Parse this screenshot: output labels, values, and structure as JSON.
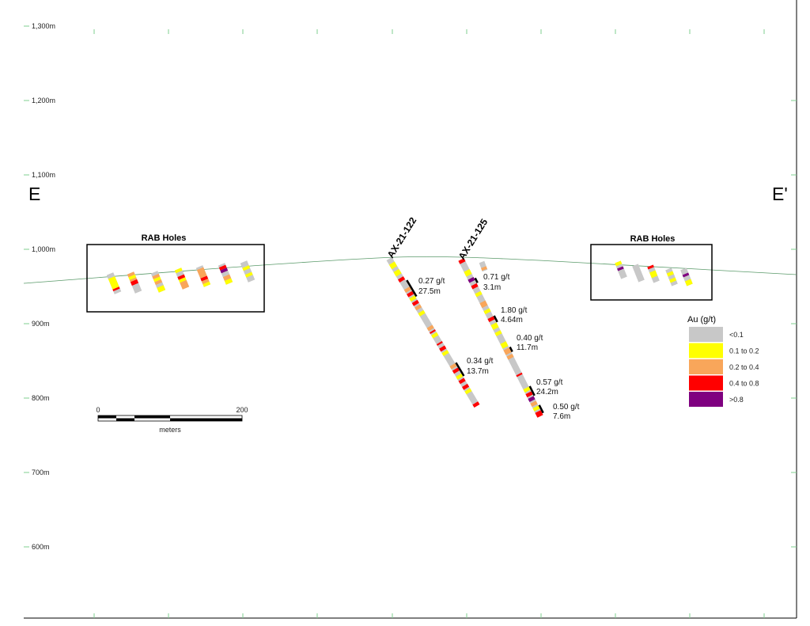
{
  "section": {
    "left_label": "E",
    "right_label": "E'"
  },
  "y_axis": {
    "ticks": [
      "1,300m",
      "1,200m",
      "1,100m",
      "1,000m",
      "900m",
      "800m",
      "700m",
      "600m"
    ],
    "values": [
      1300,
      1200,
      1100,
      1000,
      900,
      800,
      700,
      600
    ]
  },
  "rab_groups": [
    {
      "title": "RAB Holes"
    },
    {
      "title": "RAB Holes"
    }
  ],
  "drill_holes": [
    {
      "name": "AX-21-122",
      "segments": [
        [
          0.03,
          0.06,
          "01_02"
        ],
        [
          0.08,
          0.11,
          "01_02"
        ],
        [
          0.13,
          0.15,
          "04_08"
        ],
        [
          0.2,
          0.22,
          "02_04"
        ],
        [
          0.23,
          0.25,
          "04_08"
        ],
        [
          0.26,
          0.28,
          "01_02"
        ],
        [
          0.29,
          0.31,
          "04_08"
        ],
        [
          0.32,
          0.34,
          "02_04"
        ],
        [
          0.36,
          0.38,
          "01_02"
        ],
        [
          0.46,
          0.48,
          "02_04"
        ],
        [
          0.49,
          0.5,
          "04_08"
        ],
        [
          0.51,
          0.53,
          "01_02"
        ],
        [
          0.57,
          0.58,
          "04_08"
        ],
        [
          0.6,
          0.62,
          "04_08"
        ],
        [
          0.63,
          0.65,
          "01_02"
        ],
        [
          0.72,
          0.74,
          "02_04"
        ],
        [
          0.75,
          0.77,
          "04_08"
        ],
        [
          0.79,
          0.81,
          "01_02"
        ],
        [
          0.82,
          0.84,
          "04_08"
        ],
        [
          0.86,
          0.88,
          "04_08"
        ],
        [
          0.89,
          0.91,
          "01_02"
        ],
        [
          0.98,
          1.0,
          "04_08"
        ]
      ],
      "intercepts": [
        {
          "grade": "0.27 g/t",
          "length": "27.5m"
        },
        {
          "grade": "0.34 g/t",
          "length": "13.7m"
        }
      ]
    },
    {
      "name": "AX-21-125",
      "segments": [
        [
          0.0,
          0.02,
          "04_08"
        ],
        [
          0.07,
          0.1,
          "01_02"
        ],
        [
          0.12,
          0.14,
          "gt08"
        ],
        [
          0.16,
          0.18,
          "04_08"
        ],
        [
          0.21,
          0.23,
          "01_02"
        ],
        [
          0.27,
          0.3,
          "02_04"
        ],
        [
          0.32,
          0.34,
          "01_02"
        ],
        [
          0.37,
          0.39,
          "04_08"
        ],
        [
          0.41,
          0.44,
          "01_02"
        ],
        [
          0.46,
          0.48,
          "01_02"
        ],
        [
          0.53,
          0.56,
          "01_02"
        ],
        [
          0.57,
          0.6,
          "02_04"
        ],
        [
          0.61,
          0.63,
          "02_04"
        ],
        [
          0.73,
          0.74,
          "04_08"
        ],
        [
          0.82,
          0.84,
          "01_02"
        ],
        [
          0.85,
          0.87,
          "04_08"
        ],
        [
          0.88,
          0.9,
          "gt08"
        ],
        [
          0.91,
          0.93,
          "02_04"
        ],
        [
          0.94,
          0.96,
          "01_02"
        ],
        [
          0.97,
          1.0,
          "04_08"
        ]
      ],
      "intercepts": [
        {
          "grade": "0.71 g/t",
          "length": "3.1m"
        },
        {
          "grade": "1.80 g/t",
          "length": "4.64m"
        },
        {
          "grade": "0.40 g/t",
          "length": "11.7m"
        },
        {
          "grade": "0.57 g/t",
          "length": "24.2m"
        },
        {
          "grade": "0.50 g/t",
          "length": "7.6m"
        }
      ]
    }
  ],
  "rab_holes_left": [
    [
      [
        0,
        0.2,
        "lt01"
      ],
      [
        0.2,
        0.75,
        "01_02"
      ],
      [
        0.75,
        0.85,
        "04_08"
      ],
      [
        0.85,
        1,
        "lt01"
      ]
    ],
    [
      [
        0,
        0.15,
        "02_04"
      ],
      [
        0.15,
        0.3,
        "01_02"
      ],
      [
        0.3,
        0.4,
        "02_04"
      ],
      [
        0.4,
        0.6,
        "04_08"
      ],
      [
        0.6,
        1,
        "lt01"
      ]
    ],
    [
      [
        0,
        0.15,
        "lt01"
      ],
      [
        0.15,
        0.3,
        "02_04"
      ],
      [
        0.3,
        0.45,
        "01_02"
      ],
      [
        0.45,
        0.6,
        "02_04"
      ],
      [
        0.6,
        0.75,
        "lt01"
      ],
      [
        0.75,
        1,
        "01_02"
      ]
    ],
    [
      [
        0,
        0.15,
        "01_02"
      ],
      [
        0.15,
        0.35,
        "lt01"
      ],
      [
        0.35,
        0.5,
        "04_08"
      ],
      [
        0.5,
        0.65,
        "01_02"
      ],
      [
        0.65,
        1,
        "02_04"
      ]
    ],
    [
      [
        0,
        0.1,
        "lt01"
      ],
      [
        0.1,
        0.55,
        "02_04"
      ],
      [
        0.55,
        0.7,
        "04_08"
      ],
      [
        0.7,
        0.85,
        "02_04"
      ],
      [
        0.85,
        1,
        "01_02"
      ]
    ],
    [
      [
        0,
        0.1,
        "lt01"
      ],
      [
        0.1,
        0.25,
        "04_08"
      ],
      [
        0.25,
        0.4,
        "gt08"
      ],
      [
        0.4,
        0.6,
        "lt01"
      ],
      [
        0.6,
        0.8,
        "02_04"
      ],
      [
        0.8,
        1,
        "01_02"
      ]
    ],
    [
      [
        0,
        0.25,
        "lt01"
      ],
      [
        0.25,
        0.4,
        "01_02"
      ],
      [
        0.4,
        0.6,
        "lt01"
      ],
      [
        0.6,
        0.75,
        "01_02"
      ],
      [
        0.75,
        1,
        "lt01"
      ]
    ]
  ],
  "rab_holes_right": [
    [
      [
        0,
        0.2,
        "01_02"
      ],
      [
        0.2,
        0.35,
        "lt01"
      ],
      [
        0.35,
        0.5,
        "gt08"
      ],
      [
        0.5,
        1,
        "lt01"
      ]
    ],
    [
      [
        0,
        1,
        "lt01"
      ]
    ],
    [
      [
        0,
        0.15,
        "04_08"
      ],
      [
        0.15,
        0.35,
        "lt01"
      ],
      [
        0.35,
        0.7,
        "01_02"
      ],
      [
        0.7,
        1,
        "lt01"
      ]
    ],
    [
      [
        0,
        0.2,
        "lt01"
      ],
      [
        0.2,
        0.4,
        "01_02"
      ],
      [
        0.4,
        0.6,
        "lt01"
      ],
      [
        0.6,
        0.8,
        "01_02"
      ],
      [
        0.8,
        1,
        "lt01"
      ]
    ],
    [
      [
        0,
        0.3,
        "lt01"
      ],
      [
        0.3,
        0.45,
        "gt08"
      ],
      [
        0.45,
        0.7,
        "lt01"
      ],
      [
        0.7,
        1,
        "01_02"
      ]
    ]
  ],
  "legend": {
    "title": "Au (g/t)",
    "items": [
      {
        "key": "lt01",
        "label": "<0.1",
        "color": "#c8c8c8"
      },
      {
        "key": "01_02",
        "label": "0.1 to 0.2",
        "color": "#ffff00"
      },
      {
        "key": "02_04",
        "label": "0.2 to 0.4",
        "color": "#f9a65a"
      },
      {
        "key": "04_08",
        "label": "0.4 to 0.8",
        "color": "#ff0000"
      },
      {
        "key": "gt08",
        "label": ">0.8",
        "color": "#7f0080"
      }
    ]
  },
  "scale_bar": {
    "start": "0",
    "end": "200",
    "unit": "meters"
  },
  "colors": {
    "topography": "#5a9a6a",
    "grid_tick": "#7fcf8f",
    "intercept_bar": "#000000"
  }
}
